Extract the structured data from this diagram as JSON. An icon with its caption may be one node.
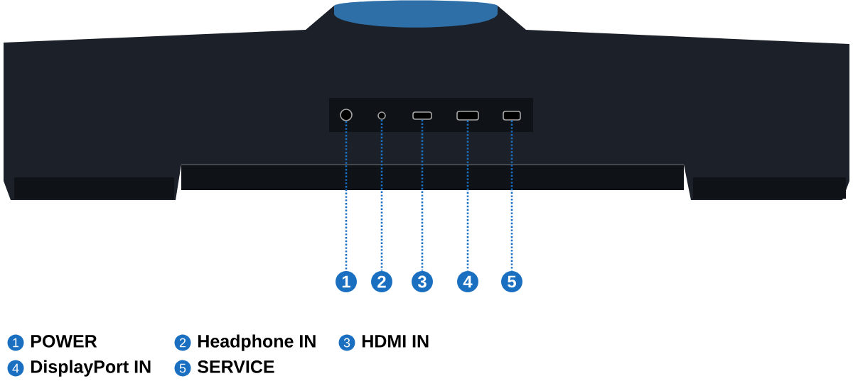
{
  "diagram": {
    "nodes": [
      {
        "text": [],
        "shape": "circle"
      },
      {
        "text": [],
        "shape": "circle"
      },
      {
        "text": [],
        "shape": "box"
      },
      {
        "text": [],
        "shape": "box"
      },
      {
        "text": [],
        "shape": "box"
      },
      {
        "text": [
          "1"
        ]
      },
      {
        "text": [
          "2"
        ]
      },
      {
        "text": [
          "3"
        ]
      },
      {
        "text": [
          "4"
        ]
      },
      {
        "text": [
          "5"
        ]
      },
      {
        "text": [
          "1"
        ],
        "beside": [
          "POWER"
        ]
      },
      {
        "text": [
          "2"
        ],
        "beside": [
          "Headphone IN"
        ]
      },
      {
        "text": [
          "3"
        ],
        "beside": [
          "HDMI IN"
        ]
      },
      {
        "text": [
          "4"
        ],
        "beside": [
          "DisplayPort IN"
        ]
      },
      {
        "text": [
          "5"
        ],
        "beside": [
          "SERVICE"
        ]
      }
    ],
    "edges": [
      {
        "from": 0,
        "to": 5,
        "arrow": "none",
        "style": "dashed"
      },
      {
        "from": 1,
        "to": 6,
        "arrow": "none",
        "style": "dashed"
      },
      {
        "from": 2,
        "to": 7,
        "arrow": "none",
        "style": "dashed"
      },
      {
        "from": 3,
        "to": 8,
        "arrow": "none",
        "style": "dashed"
      },
      {
        "from": 4,
        "to": 9,
        "arrow": "none",
        "style": "dashed"
      }
    ]
  }
}
